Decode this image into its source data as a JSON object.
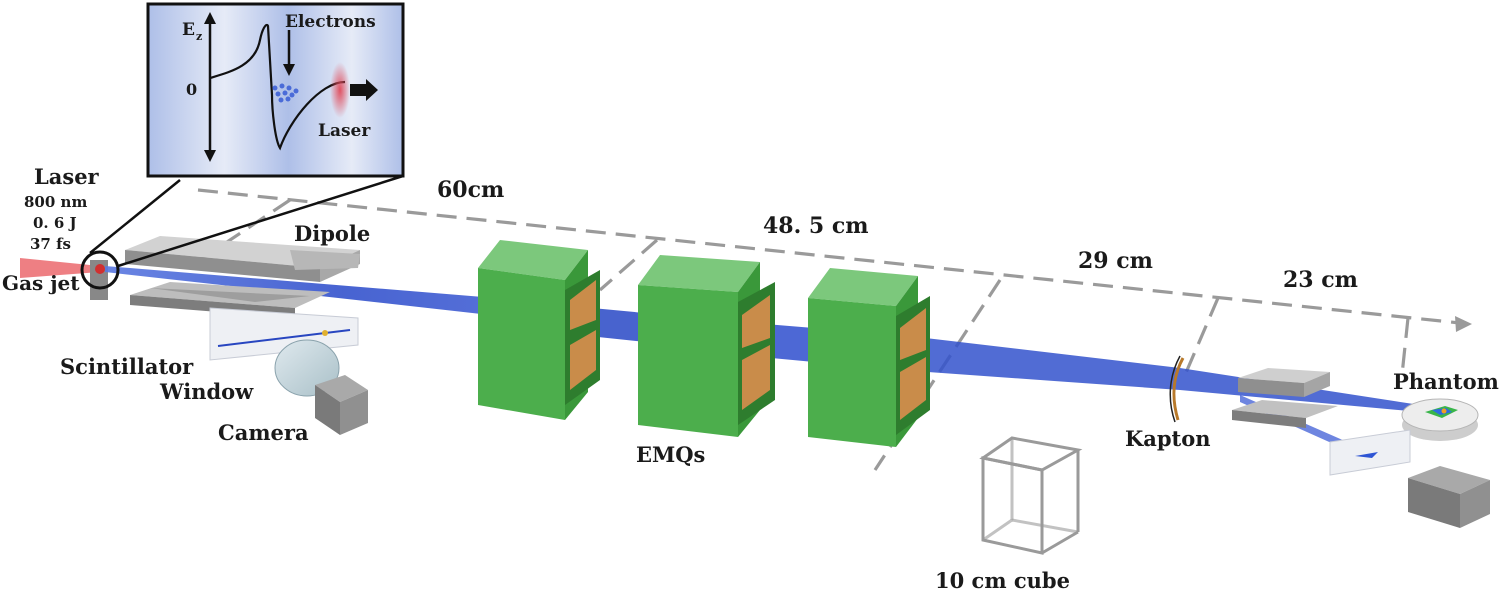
{
  "inset": {
    "axis_label": "E",
    "axis_subscript": "z",
    "zero_label": "0",
    "electrons_label": "Electrons",
    "laser_label": "Laser"
  },
  "laser_params": {
    "title": "Laser",
    "wavelength": "800 nm",
    "energy": "0. 6 J",
    "duration": "37 fs"
  },
  "labels": {
    "gas_jet": "Gas jet",
    "dipole": "Dipole",
    "scintillator": "Scintillator",
    "window": "Window",
    "camera": "Camera",
    "emqs": "EMQs",
    "kapton": "Kapton",
    "phantom": "Phantom",
    "cube": "10 cm cube"
  },
  "distances": {
    "d1": "60cm",
    "d2": "48. 5 cm",
    "d3": "29 cm",
    "d4": "23 cm"
  },
  "colors": {
    "beam": "#3a5bd6",
    "emq_front": "#4cae4c",
    "emq_side": "#3f9a3f",
    "laser": "#e8545a",
    "inset_bg": "#b8c8ec"
  }
}
